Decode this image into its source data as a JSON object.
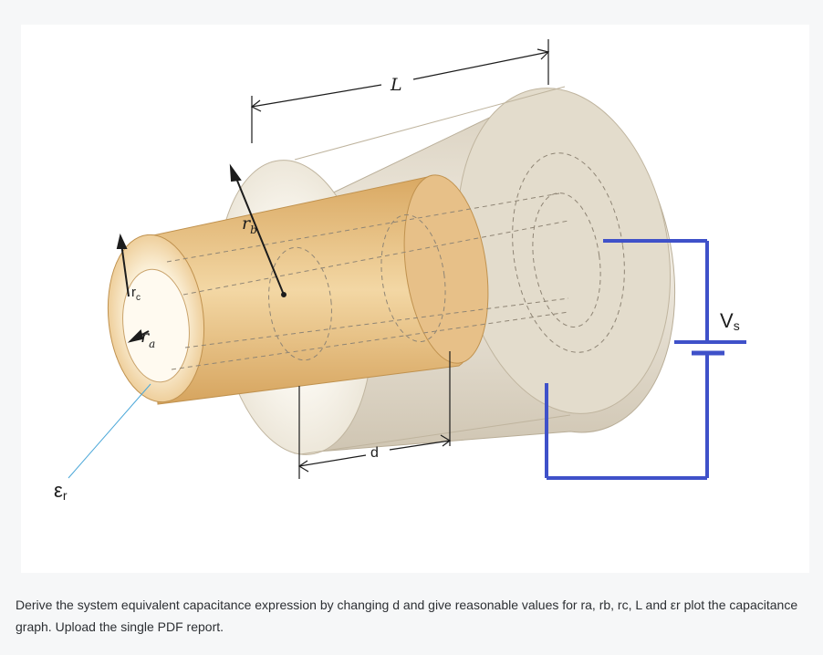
{
  "figure": {
    "label_L": "L",
    "label_rb": "r",
    "label_rb_sub": "b",
    "label_rc": "r",
    "label_rc_sub": "c",
    "label_ra": "r",
    "label_ra_sub": "a",
    "label_d": "d",
    "label_Vs": "V",
    "label_Vs_sub": "s",
    "label_er": "ε",
    "label_er_sub": "r",
    "colors": {
      "outer_cylinder": "#dcd4c3",
      "inner_cylinder": "#e6bc7c",
      "wire": "#3f51c9",
      "annotation_line": "#4aa7d8"
    }
  },
  "question": {
    "text": "Derive the system equivalent capacitance expression by changing d and give reasonable values for ra, rb, rc, L and εr plot the capacitance graph. Upload the single PDF report."
  }
}
